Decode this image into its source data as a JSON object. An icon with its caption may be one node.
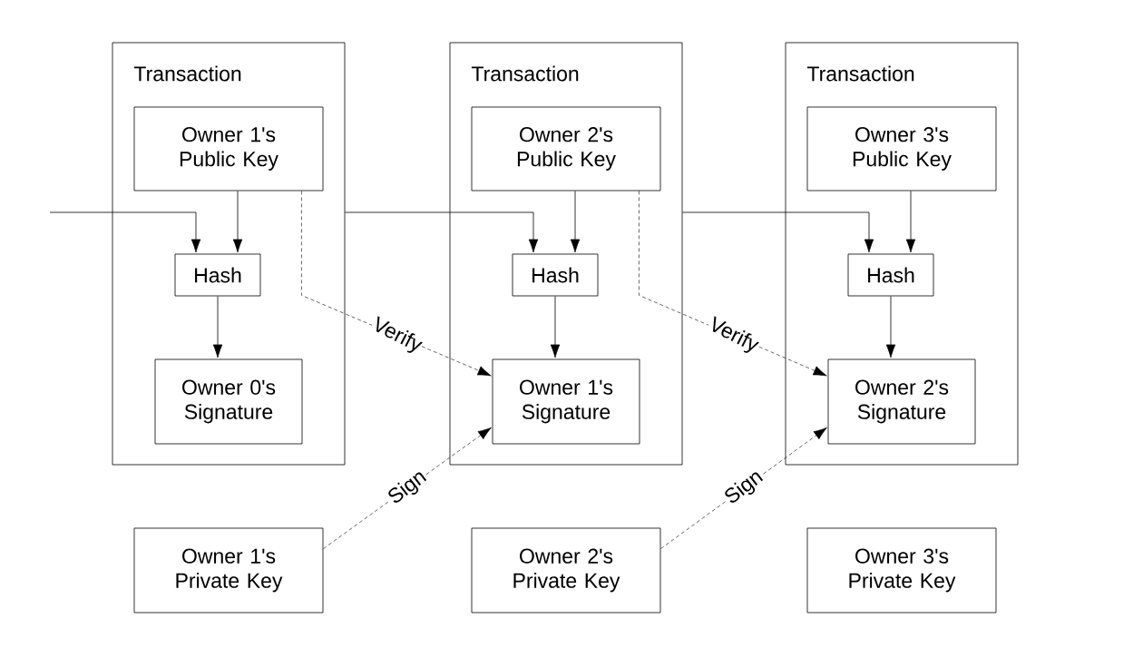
{
  "diagram": {
    "nodes": [
      {
        "text": [
          "Transaction"
        ]
      },
      {
        "text": [
          "Owner 1's Public Key"
        ],
        "in": 0
      },
      {
        "text": [
          "Hash"
        ],
        "in": 0
      },
      {
        "text": [
          "Owner 0's Signature"
        ],
        "in": 0
      },
      {
        "text": [
          "Transaction"
        ]
      },
      {
        "text": [
          "Owner 2's Public Key"
        ],
        "in": 4
      },
      {
        "text": [
          "Hash"
        ],
        "in": 4
      },
      {
        "text": [
          "Owner 1's Signature"
        ],
        "in": 4
      },
      {
        "text": [
          "Transaction"
        ]
      },
      {
        "text": [
          "Owner 3's Public Key"
        ],
        "in": 8
      },
      {
        "text": [
          "Hash"
        ],
        "in": 8
      },
      {
        "text": [
          "Owner 2's Signature"
        ],
        "in": 8
      },
      {
        "text": [
          "Owner 1's Private Key"
        ]
      },
      {
        "text": [
          "Owner 2's Private Key"
        ]
      },
      {
        "text": [
          "Owner 3's Private Key"
        ]
      }
    ],
    "edges": [
      {
        "from": null,
        "to": 2,
        "arrow": "to"
      },
      {
        "from": 1,
        "to": 2,
        "arrow": "to"
      },
      {
        "from": 2,
        "to": 3,
        "arrow": "to"
      },
      {
        "from": 0,
        "to": 6,
        "arrow": "to"
      },
      {
        "from": 5,
        "to": 6,
        "arrow": "to"
      },
      {
        "from": 6,
        "to": 7,
        "arrow": "to"
      },
      {
        "from": 1,
        "to": 7,
        "arrow": "to",
        "style": "dashed",
        "label": "Verify"
      },
      {
        "from": 12,
        "to": 7,
        "arrow": "to",
        "style": "dashed",
        "label": "Sign"
      },
      {
        "from": 4,
        "to": 10,
        "arrow": "to"
      },
      {
        "from": 9,
        "to": 10,
        "arrow": "to"
      },
      {
        "from": 10,
        "to": 11,
        "arrow": "to"
      },
      {
        "from": 5,
        "to": 11,
        "arrow": "to",
        "style": "dashed",
        "label": "Verify"
      },
      {
        "from": 13,
        "to": 11,
        "arrow": "to",
        "style": "dashed",
        "label": "Sign"
      }
    ]
  }
}
